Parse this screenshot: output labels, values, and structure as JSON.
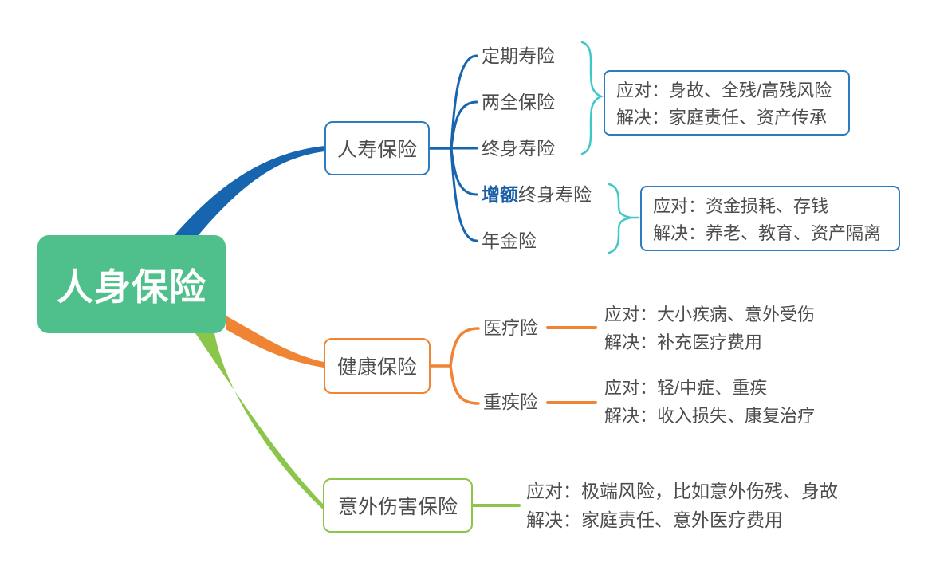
{
  "colors": {
    "blue": "#1765af",
    "border_blue": "#2e7cc0",
    "teal": "#41c7c7",
    "orange": "#ef8435",
    "green_root": "#4fc08c",
    "green_branch": "#8bc54a",
    "text": "#4d4d4d",
    "highlight_blue": "#1c5fa8",
    "background": "#ffffff"
  },
  "root": {
    "label": "人身保险"
  },
  "life": {
    "label": "人寿保险",
    "items": {
      "term": "定期寿险",
      "endowment": "两全保险",
      "whole": "终身寿险",
      "increasing_prefix": "增额",
      "increasing_suffix": "终身寿险",
      "annuity": "年金险"
    },
    "note1": {
      "line1": "应对：身故、全残/高残风险",
      "line2": "解决：家庭责任、资产传承"
    },
    "note2": {
      "line1": "应对：资金损耗、存钱",
      "line2": "解决：养老、教育、资产隔离"
    }
  },
  "health": {
    "label": "健康保险",
    "items": {
      "medical": "医疗险",
      "critical": "重疾险"
    },
    "medical_note": {
      "line1": "应对：大小疾病、意外受伤",
      "line2": "解决：补充医疗费用"
    },
    "critical_note": {
      "line1": "应对：轻/中症、重疾",
      "line2": "解决：收入损失、康复治疗"
    }
  },
  "accident": {
    "label": "意外伤害保险",
    "note": {
      "line1": "应对：极端风险，比如意外伤残、身故",
      "line2": "解决：家庭责任、意外医疗费用"
    }
  }
}
